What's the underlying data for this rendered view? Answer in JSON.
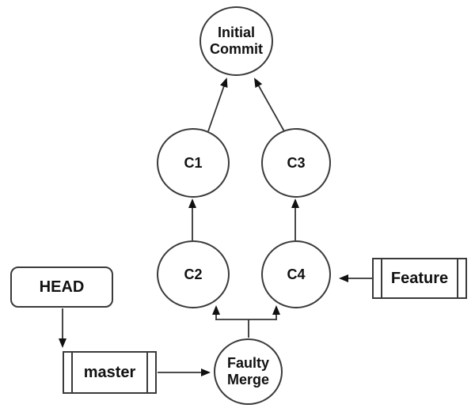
{
  "diagram": {
    "background_color": "#ffffff",
    "stroke_color": "#333333",
    "text_color": "#111111",
    "nodes": {
      "initial_commit": {
        "shape": "circle",
        "lines": [
          "Initial",
          "Commit"
        ]
      },
      "c1": {
        "shape": "circle",
        "label": "C1"
      },
      "c3": {
        "shape": "circle",
        "label": "C3"
      },
      "c2": {
        "shape": "circle",
        "label": "C2"
      },
      "c4": {
        "shape": "circle",
        "label": "C4"
      },
      "faulty_merge": {
        "shape": "circle",
        "lines": [
          "Faulty",
          "Merge"
        ]
      },
      "head": {
        "shape": "rounded-rect",
        "label": "HEAD"
      },
      "master": {
        "shape": "ribbon-rect",
        "label": "master"
      },
      "feature": {
        "shape": "ribbon-rect",
        "label": "Feature"
      }
    },
    "edges": [
      {
        "from": "C1",
        "to": "Initial Commit"
      },
      {
        "from": "C3",
        "to": "Initial Commit"
      },
      {
        "from": "C2",
        "to": "C1"
      },
      {
        "from": "C4",
        "to": "C3"
      },
      {
        "from": "Faulty Merge",
        "to": "C2"
      },
      {
        "from": "Faulty Merge",
        "to": "C4"
      },
      {
        "from": "HEAD",
        "to": "master"
      },
      {
        "from": "master",
        "to": "Faulty Merge"
      },
      {
        "from": "Feature",
        "to": "C4"
      }
    ]
  }
}
